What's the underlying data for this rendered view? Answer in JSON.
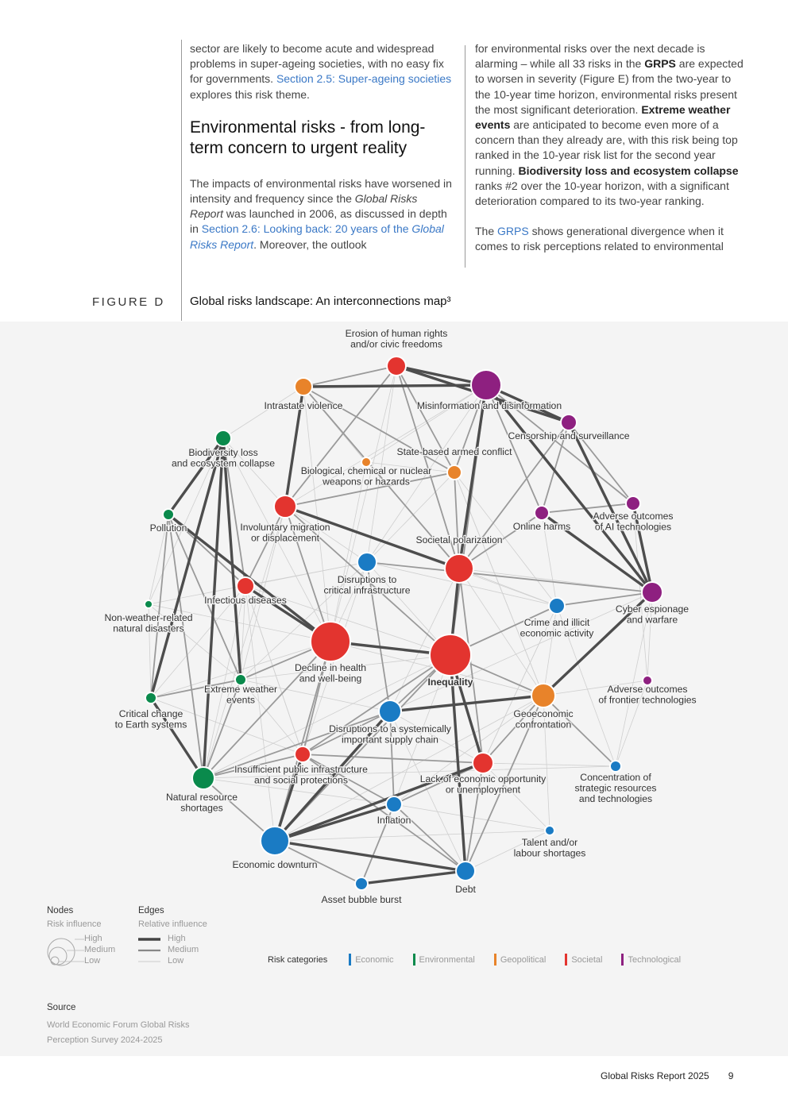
{
  "text_left": {
    "p1_a": "sector are likely to become acute and widespread problems in super-ageing societies, with no easy fix for governments. ",
    "p1_link": "Section 2.5: Super-ageing societies",
    "p1_b": " explores this risk theme.",
    "heading": "Environmental risks - from long-term concern to urgent reality",
    "p2_a": "The impacts of environmental risks have worsened in intensity and frequency since the ",
    "p2_em": "Global Risks Report",
    "p2_b": " was launched in 2006, as discussed in depth in ",
    "p2_link": "Section 2.6: Looking back: 20 years of the ",
    "p2_link_em": "Global Risks Report",
    "p2_c": ". Moreover, the outlook"
  },
  "text_right": {
    "p1_a": "for environmental risks over the next decade is alarming – while all 33 risks in the ",
    "grps": "GRPS",
    "p1_b": " are expected to worsen in severity (Figure E) from the two-year to the 10-year time horizon, environmental risks present the most significant deterioration. ",
    "p1_bold1": "Extreme weather events",
    "p1_c": " are anticipated to become even more of a concern than they already are, with this risk being top ranked in the 10-year risk list for the second year running. ",
    "p1_bold2": "Biodiversity loss and ecosystem collapse",
    "p1_d": " ranks #2 over the 10-year horizon, with a significant deterioration compared to its two-year ranking.",
    "p2_a": "The ",
    "p2_grps": "GRPS",
    "p2_b": " shows generational divergence when it comes to risk perceptions related to environmental"
  },
  "figure": {
    "label": "FIGURE D",
    "title": "Global risks landscape: An interconnections map³"
  },
  "legend": {
    "nodes_title": "Nodes",
    "nodes_sub": "Risk influence",
    "edges_title": "Edges",
    "edges_sub": "Relative influence",
    "levels": [
      "High",
      "Medium",
      "Low"
    ],
    "categories_title": "Risk categories"
  },
  "source": {
    "title": "Source",
    "text": "World Economic Forum Global Risks Perception Survey 2024-2025"
  },
  "footer": {
    "report": "Global Risks Report 2025",
    "page": "9"
  },
  "chart_data": {
    "type": "network",
    "categories": [
      {
        "name": "Economic",
        "color": "#1a7bc4"
      },
      {
        "name": "Environmental",
        "color": "#0a8a4c"
      },
      {
        "name": "Geopolitical",
        "color": "#e8832a"
      },
      {
        "name": "Societal",
        "color": "#e3342f"
      },
      {
        "name": "Technological",
        "color": "#8e2080"
      }
    ],
    "nodes": [
      {
        "id": "inequality",
        "label": [
          "Inequality"
        ],
        "category": "Societal",
        "influence": 26,
        "bold": true
      },
      {
        "id": "decline_health",
        "label": [
          "Decline in health",
          "and well-being"
        ],
        "category": "Societal",
        "influence": 25
      },
      {
        "id": "societal_polar",
        "label": [
          "Societal polarization"
        ],
        "category": "Societal",
        "influence": 18
      },
      {
        "id": "misinfo",
        "label": [
          "Misinformation and disinformation"
        ],
        "category": "Technological",
        "influence": 19
      },
      {
        "id": "involuntary_mig",
        "label": [
          "Involuntary migration",
          "or displacement"
        ],
        "category": "Societal",
        "influence": 14
      },
      {
        "id": "erosion_rights",
        "label": [
          "Erosion of human rights",
          "and/or civic freedoms"
        ],
        "category": "Societal",
        "influence": 12
      },
      {
        "id": "economic_downturn",
        "label": [
          "Economic downturn"
        ],
        "category": "Economic",
        "influence": 18
      },
      {
        "id": "natural_resource",
        "label": [
          "Natural resource",
          "shortages"
        ],
        "category": "Environmental",
        "influence": 14
      },
      {
        "id": "geoeconomic",
        "label": [
          "Geoeconomic",
          "confrontation"
        ],
        "category": "Geopolitical",
        "influence": 15
      },
      {
        "id": "supply_chain",
        "label": [
          "Disruptions to a systemically",
          "important supply chain"
        ],
        "category": "Economic",
        "influence": 14
      },
      {
        "id": "lack_econ_opp",
        "label": [
          "Lack of economic opportunity",
          "or unemployment"
        ],
        "category": "Societal",
        "influence": 13
      },
      {
        "id": "cyber",
        "label": [
          "Cyber espionage",
          "and warfare"
        ],
        "category": "Technological",
        "influence": 13
      },
      {
        "id": "debt",
        "label": [
          "Debt"
        ],
        "category": "Economic",
        "influence": 12
      },
      {
        "id": "intrastate",
        "label": [
          "Intrastate violence"
        ],
        "category": "Geopolitical",
        "influence": 11
      },
      {
        "id": "crit_infra",
        "label": [
          "Disruptions to",
          "critical infrastructure"
        ],
        "category": "Economic",
        "influence": 12
      },
      {
        "id": "infectious",
        "label": [
          "Infectious diseases"
        ],
        "category": "Societal",
        "influence": 11
      },
      {
        "id": "crime",
        "label": [
          "Crime and illicit",
          "economic activity"
        ],
        "category": "Economic",
        "influence": 10
      },
      {
        "id": "biodiversity",
        "label": [
          "Biodiversity loss",
          "and ecosystem collapse"
        ],
        "category": "Environmental",
        "influence": 10
      },
      {
        "id": "state_conflict",
        "label": [
          "State-based armed conflict"
        ],
        "category": "Geopolitical",
        "influence": 9
      },
      {
        "id": "censorship",
        "label": [
          "Censorship and surveillance"
        ],
        "category": "Technological",
        "influence": 10
      },
      {
        "id": "insuff_infra",
        "label": [
          "Insufficient public infrastructure",
          "and social protections"
        ],
        "category": "Societal",
        "influence": 10
      },
      {
        "id": "inflation",
        "label": [
          "Inflation"
        ],
        "category": "Economic",
        "influence": 10
      },
      {
        "id": "online_harms",
        "label": [
          "Online harms"
        ],
        "category": "Technological",
        "influence": 9
      },
      {
        "id": "ai_outcomes",
        "label": [
          "Adverse outcomes",
          "of AI technologies"
        ],
        "category": "Technological",
        "influence": 9
      },
      {
        "id": "asset_bubble",
        "label": [
          "Asset bubble burst"
        ],
        "category": "Economic",
        "influence": 8
      },
      {
        "id": "pollution",
        "label": [
          "Pollution"
        ],
        "category": "Environmental",
        "influence": 7
      },
      {
        "id": "extreme_weather",
        "label": [
          "Extreme weather",
          "events"
        ],
        "category": "Environmental",
        "influence": 7
      },
      {
        "id": "critical_change",
        "label": [
          "Critical change",
          "to Earth systems"
        ],
        "category": "Environmental",
        "influence": 7
      },
      {
        "id": "concentration",
        "label": [
          "Concentration of",
          "strategic resources",
          "and technologies"
        ],
        "category": "Economic",
        "influence": 7
      },
      {
        "id": "talent",
        "label": [
          "Talent and/or",
          "labour shortages"
        ],
        "category": "Economic",
        "influence": 6
      },
      {
        "id": "frontier",
        "label": [
          "Adverse outcomes",
          "of frontier technologies"
        ],
        "category": "Technological",
        "influence": 6
      },
      {
        "id": "bio_chem",
        "label": [
          "Biological, chemical or nuclear",
          "weapons or hazards"
        ],
        "category": "Geopolitical",
        "influence": 6
      },
      {
        "id": "non_weather",
        "label": [
          "Non-weather-related",
          "natural disasters"
        ],
        "category": "Environmental",
        "influence": 5
      }
    ]
  }
}
